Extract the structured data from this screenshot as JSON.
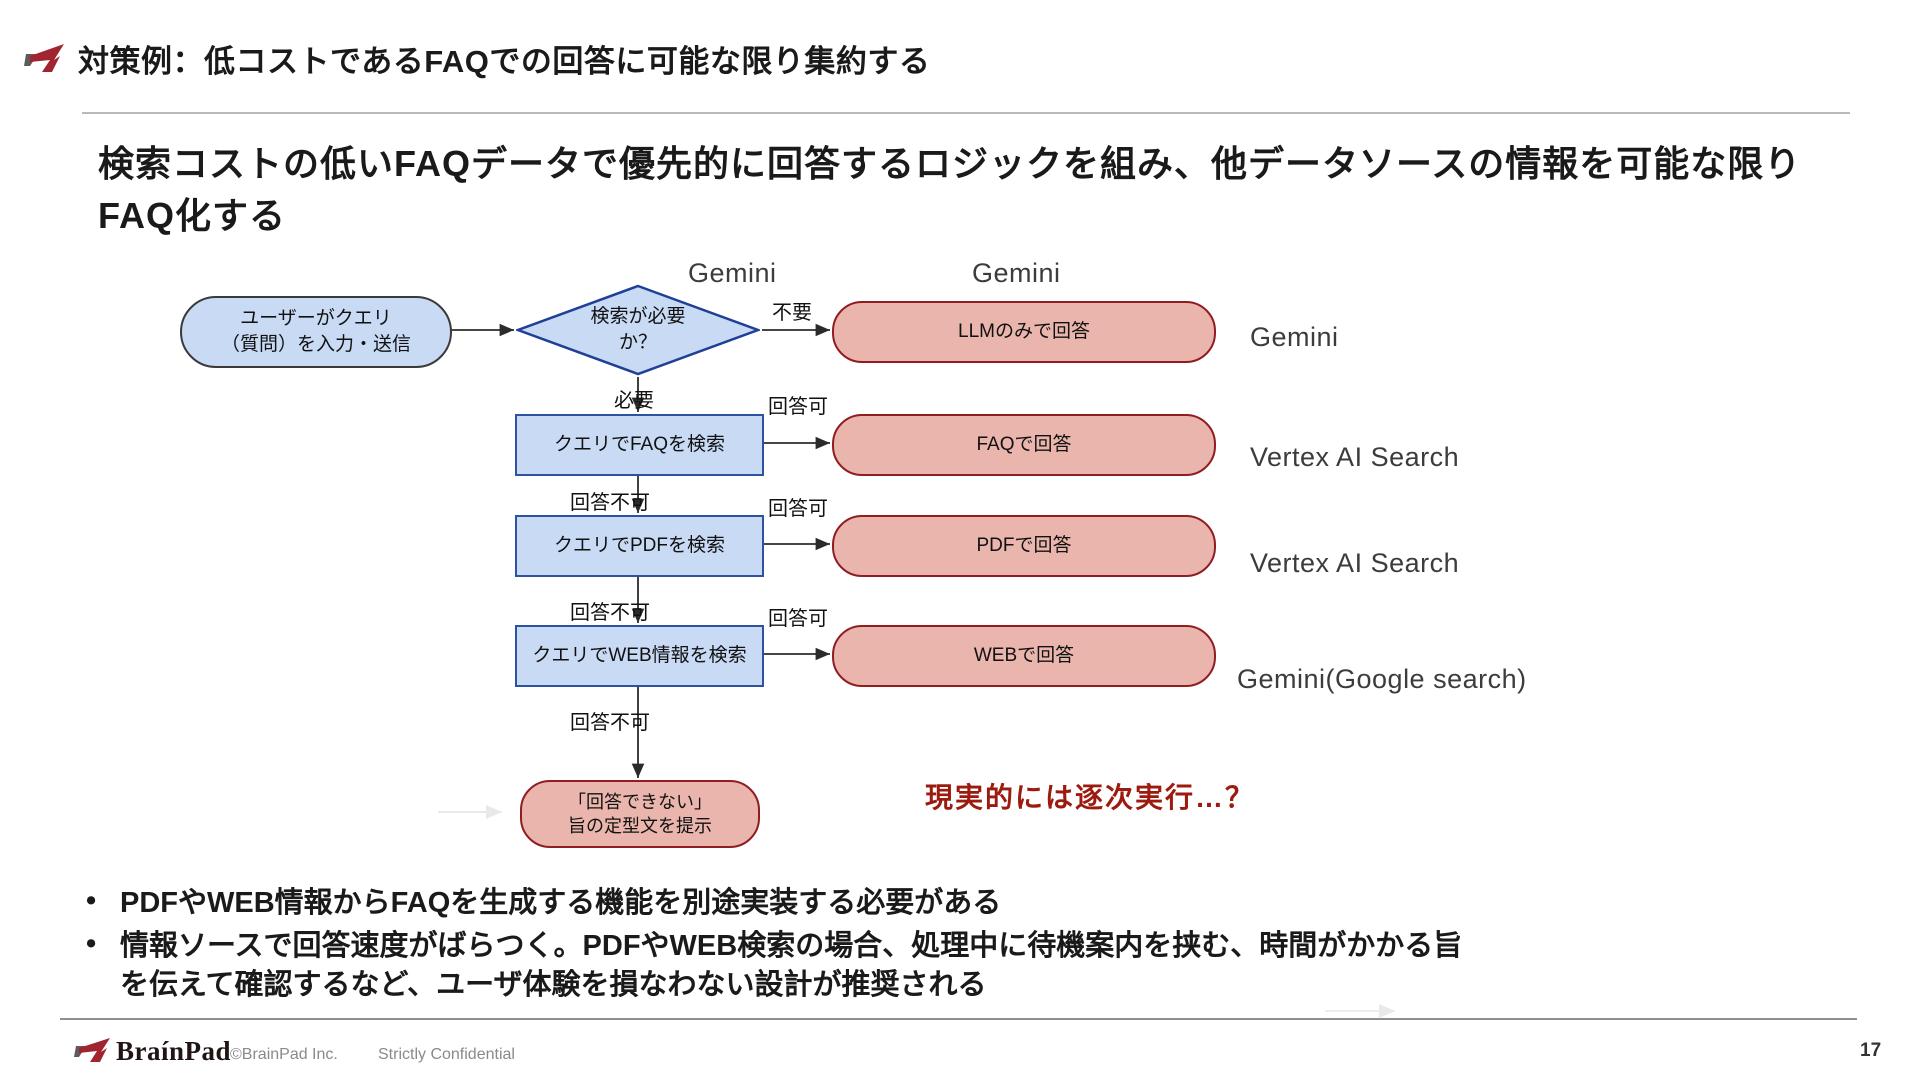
{
  "header": {
    "title": "対策例：低コストであるFAQでの回答に可能な限り集約する"
  },
  "lead": {
    "text": "検索コストの低いFAQデータで優先的に回答するロジックを組み、他データソースの情報を可能な限り\nFAQ化する"
  },
  "flow": {
    "nodes": {
      "start": "ユーザーがクエリ\n（質問）を入力・送信",
      "decision": "検索が必要\nか？",
      "llm_answer": "LLMのみで回答",
      "faq_search": "クエリでFAQを検索",
      "pdf_search": "クエリでPDFを検索",
      "web_search": "クエリでWEB情報を検索",
      "faq_answer": "FAQで回答",
      "pdf_answer": "PDFで回答",
      "web_answer": "WEBで回答",
      "fallback": "「回答できない」\n旨の定型文を提示"
    },
    "edge_labels": {
      "no": "不要",
      "yes": "必要",
      "can_answer": "回答可",
      "cannot_answer": "回答不可"
    },
    "annotations": {
      "gemini_decision": "Gemini",
      "gemini_llm": "Gemini",
      "tool_llm": "Gemini",
      "tool_faq": "Vertex AI Search",
      "tool_pdf": "Vertex AI Search",
      "tool_web": "Gemini(Google search)",
      "note": "現実的には逐次実行…？"
    }
  },
  "bullets": [
    "PDFやWEB情報からFAQを生成する機能を別途実装する必要がある",
    "情報ソースで回答速度がばらつく。PDFやWEB検索の場合、処理中に待機案内を挟む、時間がかかる旨\nを伝えて確認するなど、ユーザ体験を損なわない設計が推奨される"
  ],
  "footer": {
    "logo_text": "BraínPad",
    "copyright": "©BrainPad Inc.",
    "confidential": "Strictly Confidential",
    "page_number": "17"
  },
  "colors": {
    "blue_fill": "#c9daf5",
    "blue_border": "#2d52a0",
    "diamond_border": "#1f4096",
    "start_border": "#3a3a3a",
    "red_fill": "#e9b5ac",
    "red_border": "#8f1d22",
    "note_red": "#9c1a0e",
    "brand_red": "#a02531"
  }
}
